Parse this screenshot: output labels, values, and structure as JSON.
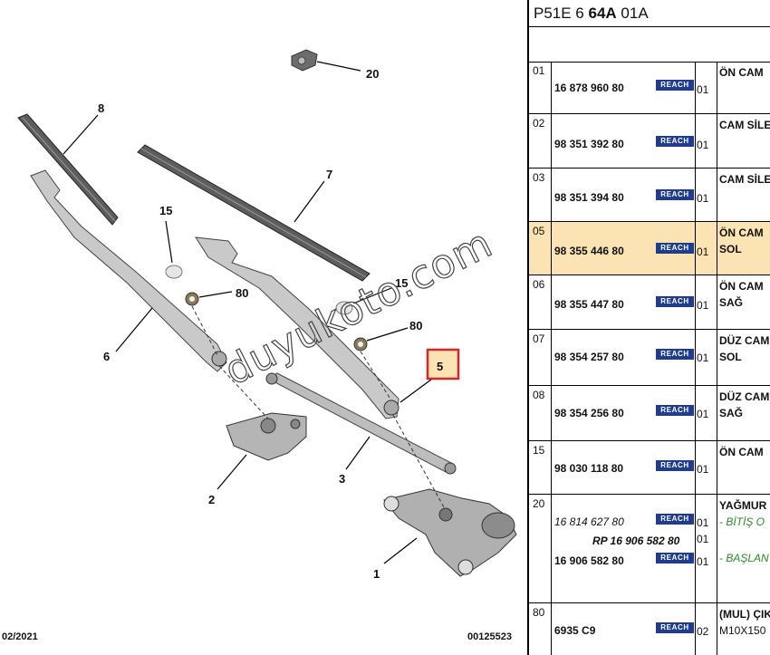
{
  "header": {
    "ref_prefix": "P51E 6 ",
    "ref_bold": "64A",
    "ref_suffix": " 01A"
  },
  "footer": {
    "date": "02/2021",
    "code": "00125523"
  },
  "watermark": "duyukoto.com",
  "callouts": {
    "c20": "20",
    "c8": "8",
    "c7": "7",
    "c15a": "15",
    "c80a": "80",
    "c15b": "15",
    "c80b": "80",
    "c5": "5",
    "c6": "6",
    "c3": "3",
    "c2": "2",
    "c1": "1"
  },
  "badge": "REACH",
  "rows": [
    {
      "idx": "01",
      "pn": "16 878 960 80",
      "qty": "01",
      "desc": "ÖN CAM"
    },
    {
      "idx": "02",
      "pn": "98 351 392 80",
      "qty": "01",
      "desc": "CAM SİLE"
    },
    {
      "idx": "03",
      "pn": "98 351 394 80",
      "qty": "01",
      "desc": "CAM SİLE"
    },
    {
      "idx": "05",
      "pn": "98 355 446 80",
      "qty": "01",
      "desc": "ÖN CAM",
      "desc2": "SOL"
    },
    {
      "idx": "06",
      "pn": "98 355 447 80",
      "qty": "01",
      "desc": "ÖN CAM",
      "desc2": "SAĞ"
    },
    {
      "idx": "07",
      "pn": "98 354 257 80",
      "qty": "01",
      "desc": "DÜZ CAM",
      "desc2": "SOL"
    },
    {
      "idx": "08",
      "pn": "98 354 256 80",
      "qty": "01",
      "desc": "DÜZ CAM",
      "desc2": "SAĞ"
    },
    {
      "idx": "15",
      "pn": "98 030 118 80",
      "qty": "01",
      "desc": "ÖN CAM"
    },
    {
      "idx": "20",
      "pn_a": "16 814 627 80",
      "pn_b": "RP 16 906 582 80",
      "pn_c": "16 906 582 80",
      "qty_a": "01",
      "qty_b": "01",
      "qty_c": "01",
      "desc": "YAĞMUR",
      "desc2": "- BİTİŞ O",
      "desc3": "- BAŞLAN"
    },
    {
      "idx": "80",
      "pn": "6935 C9",
      "qty": "02",
      "desc": "(MUL) ÇIK",
      "desc2": "M10X150"
    }
  ],
  "colors": {
    "selected_row": "#fbe3b3",
    "callout_box": "#d6262a",
    "reach_badge": "#1f3d8a"
  }
}
